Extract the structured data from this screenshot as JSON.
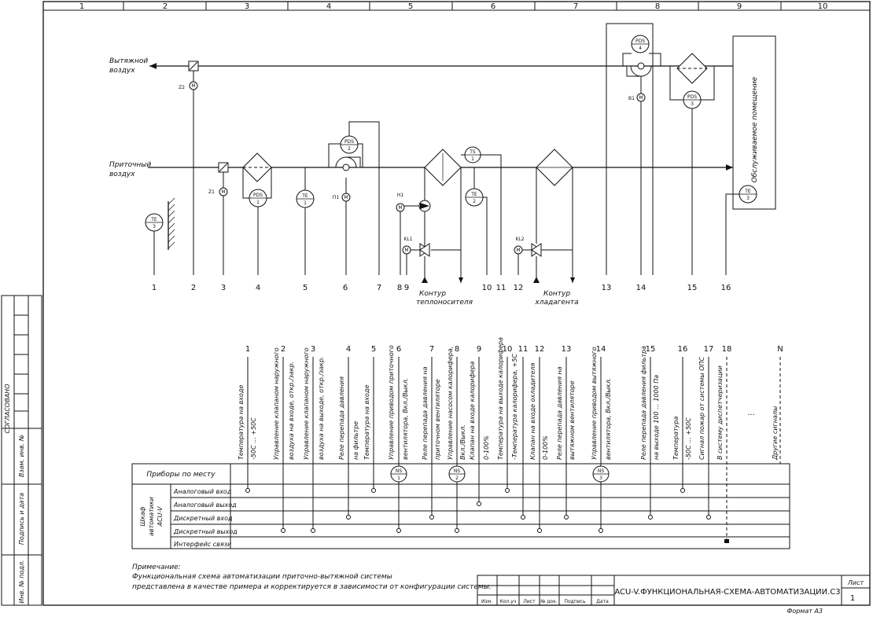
{
  "frame": {
    "zones": [
      "1",
      "2",
      "3",
      "4",
      "5",
      "6",
      "7",
      "8",
      "9",
      "10"
    ],
    "side_labels": [
      "Инв. № подл.",
      "Подпись и дата",
      "Взам. инв. №",
      "СОГЛАСОВАНО"
    ]
  },
  "flows": {
    "exhaust": [
      "Вытяжной",
      "воздух"
    ],
    "supply": [
      "Приточный",
      "воздух"
    ],
    "room": "Обслуживаемое помещение"
  },
  "devices": {
    "z2": "Z2",
    "m": "M",
    "z1": "Z1",
    "b1": "В1",
    "p1": "П1",
    "h1": "Н1",
    "kl1": "KL1",
    "kl2": "KL2",
    "pds": "PDS",
    "te": "TE",
    "ts": "TS",
    "ns": "NS",
    "n1": "1",
    "n2": "2",
    "n3": "3",
    "n4": "4"
  },
  "loops": {
    "heat": [
      "Контур",
      "теплоносителя"
    ],
    "cool": [
      "Контур",
      "хладагента"
    ]
  },
  "upper_nums": [
    "1",
    "2",
    "3",
    "4",
    "5",
    "6",
    "7",
    "8",
    "9",
    "10",
    "11",
    "12",
    "13",
    "14",
    "15",
    "16"
  ],
  "signals": {
    "nums": [
      "1",
      "2",
      "3",
      "4",
      "5",
      "6",
      "7",
      "8",
      "9",
      "10",
      "11",
      "12",
      "13",
      "14",
      "15",
      "16",
      "17",
      "18",
      "N"
    ],
    "texts": [
      [
        "Температура на входе",
        "-50С ... +50С"
      ],
      [
        "Управление клапаном наружного",
        "воздуха на входе, откр./закр."
      ],
      [
        "Управление клапаном наружного",
        "воздуха на выходе, откр./закр."
      ],
      [
        "Реле перепада давления",
        "на фильтре"
      ],
      [
        "Температура на входе"
      ],
      [
        "Управление приводом приточного",
        "вентилятора, Вкл./Выкл."
      ],
      [
        "Реле перепада давления на",
        "приточном вентиляторе"
      ],
      [
        "Управление насосом калорифера,",
        "Вкл./Выкл."
      ],
      [
        "Клапан на входе калорифера",
        "0-100%"
      ],
      [
        "Температура на выходе калорифера",
        "-Температура калорифера, +5С"
      ],
      [
        "Клапан на входе охладителя",
        "0-100%"
      ],
      [
        "Реле перепада давления на",
        "вытяжном вентиляторе"
      ],
      [
        "Управление приводом вытяжного",
        "вентилятора, Вкл./Выкл."
      ],
      [
        "Реле перепада давления фильтра",
        "на выходе 100 ... 1000 Па"
      ],
      [
        "Температура",
        "-50С ... +50С"
      ],
      [
        "Сигнал пожар от системы ОПС"
      ],
      [
        "В систему диспетчеризации"
      ],
      [
        "Другие сигналы"
      ]
    ],
    "ellipsis": "..."
  },
  "table": {
    "field_label": "Приборы по месту",
    "cabinet": [
      "Шкаф",
      "автоматики",
      "ACU-V"
    ],
    "rows": [
      "Аналоговый вход",
      "Аналоговый выход",
      "Дискретный вход",
      "Дискретный выход",
      "Интерфейс связи"
    ]
  },
  "note": {
    "title": "Примечание:",
    "lines": [
      "Функциональная схема автоматизации приточно-вытяжной системы",
      "представлена в качестве примера и корректируется в зависимости от конфигурации системы."
    ]
  },
  "stamp": {
    "cols": [
      "Изм.",
      "Кол.уч",
      "Лист",
      "№ док.",
      "Подпись",
      "Дата"
    ],
    "title": "ACU-V.ФУНКЦИОНАЛЬНАЯ-СХЕМА-АВТОМАТИЗАЦИИ.С3",
    "sheet_label": "Лист",
    "sheet_num": "1",
    "format": "Формат А3"
  }
}
